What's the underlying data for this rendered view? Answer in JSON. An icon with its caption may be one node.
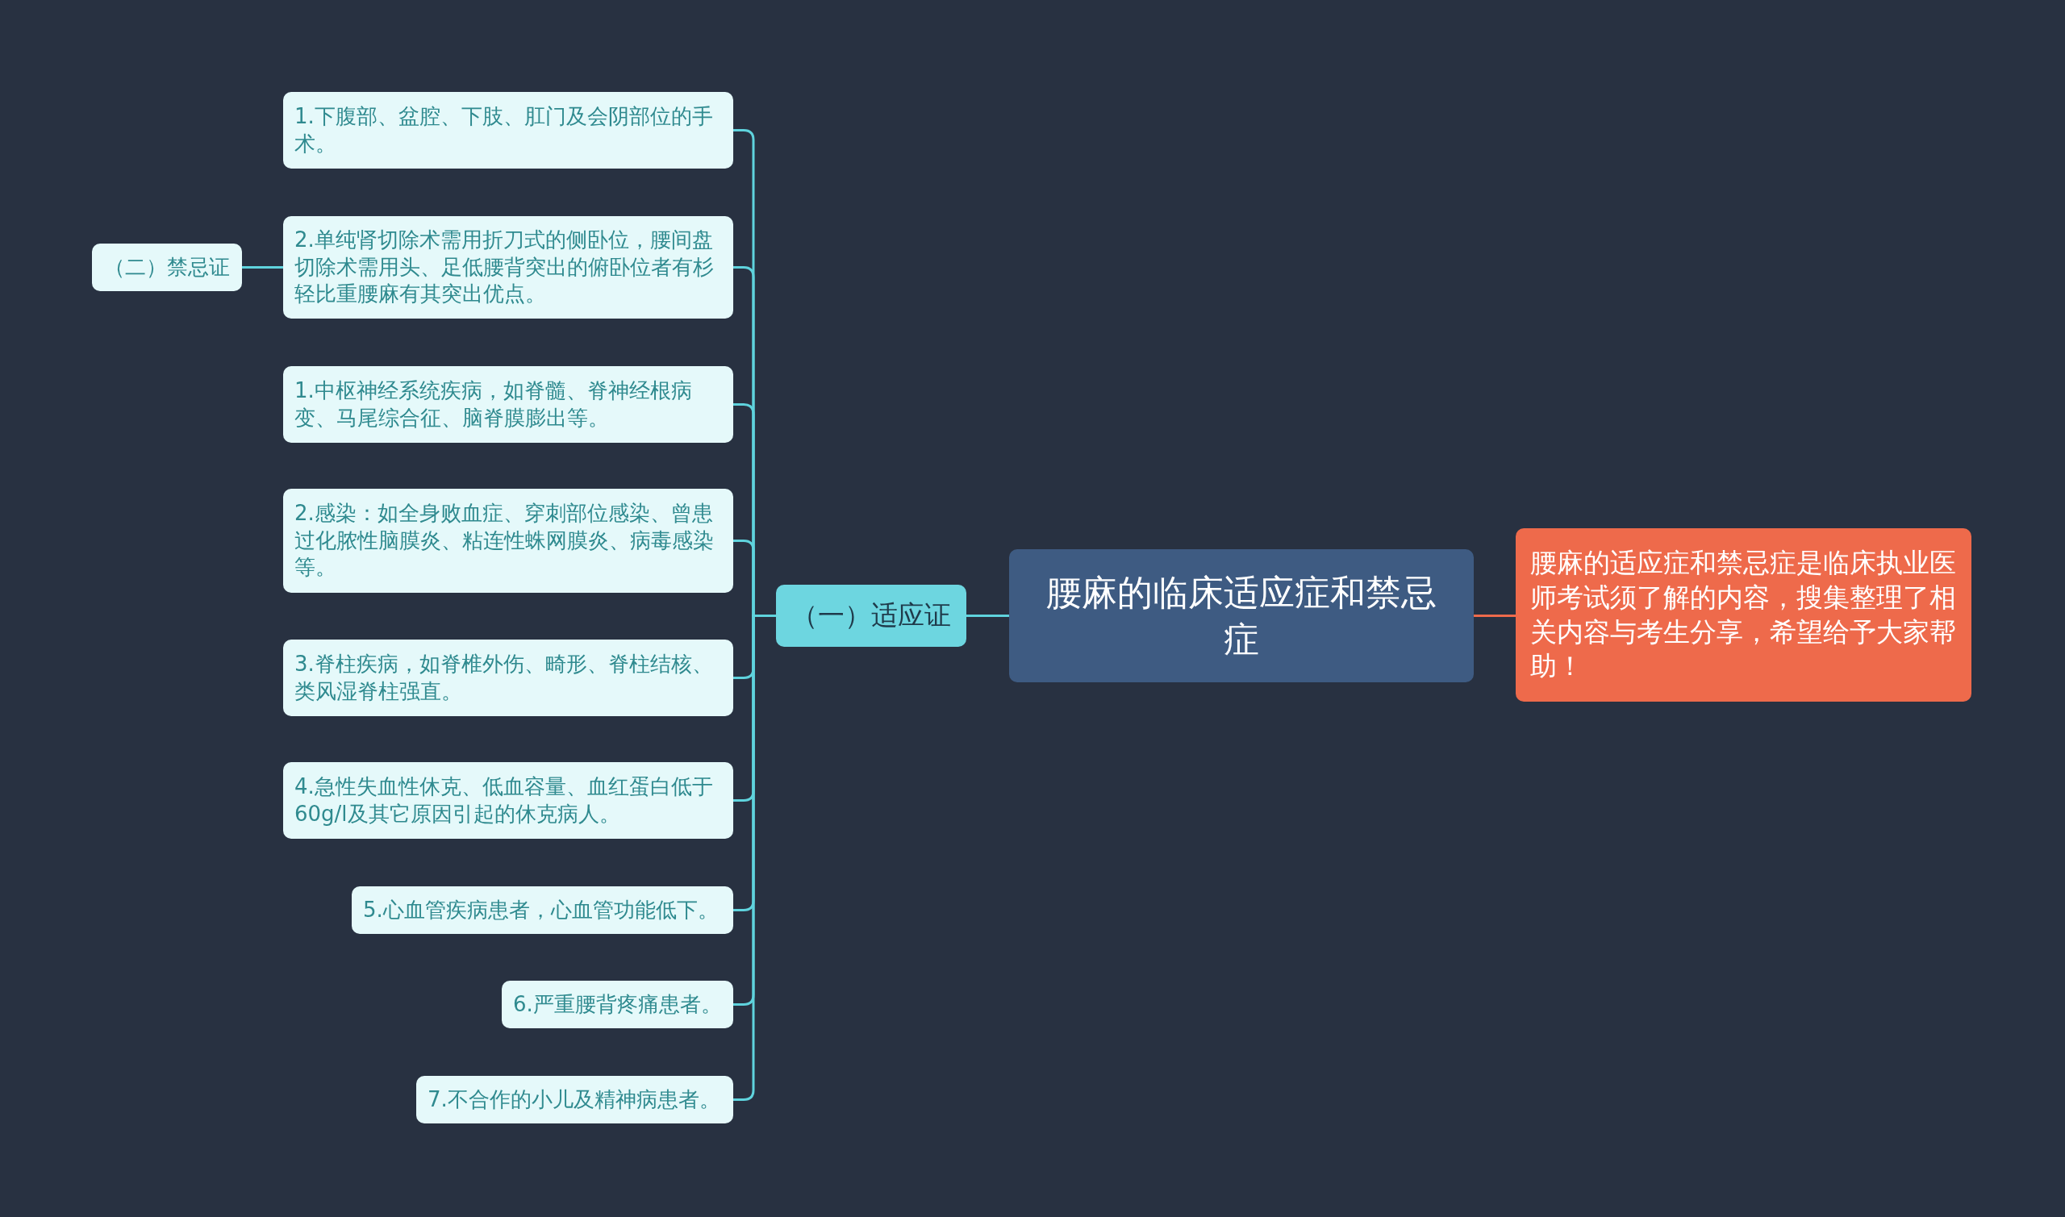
{
  "diagram": {
    "nodes": [
      {
        "text": [
          "腰麻的临床适应症和禁忌症"
        ]
      },
      {
        "text": [
          "腰麻的适应症和禁忌症是临床执业医师考试须了解的内容，搜集整理了相关内容与考生分享，希望给予大家帮助！"
        ]
      },
      {
        "text": [
          "（一）适应证"
        ]
      },
      {
        "text": [
          "（二）禁忌证"
        ]
      },
      {
        "text": [
          "1.下腹部、盆腔、下肢、肛门及会阴部位的手术。"
        ]
      },
      {
        "text": [
          "2.单纯肾切除术需用折刀式的侧卧位，腰间盘切除术需用头、足低腰背突出的俯卧位者有杉轻比重腰麻有其突出优点。"
        ]
      },
      {
        "text": [
          "1.中枢神经系统疾病，如脊髓、脊神经根病变、马尾综合征、脑脊膜膨出等。"
        ]
      },
      {
        "text": [
          "2.感染：如全身败血症、穿刺部位感染、曾患过化脓性脑膜炎、粘连性蛛网膜炎、病毒感染等。"
        ]
      },
      {
        "text": [
          "3.脊柱疾病，如脊椎外伤、畸形、脊柱结核、类风湿脊柱强直。"
        ]
      },
      {
        "text": [
          "4.急性失血性休克、低血容量、血红蛋白低于60g/l及其它原因引起的休克病人。"
        ]
      },
      {
        "text": [
          "5.心血管疾病患者，心血管功能低下。"
        ]
      },
      {
        "text": [
          "6.严重腰背疼痛患者。"
        ]
      },
      {
        "text": [
          "7.不合作的小儿及精神病患者。"
        ]
      }
    ],
    "edges": [
      {
        "from": 0,
        "to": 1,
        "arrow": "none",
        "color": "#ee6a4b"
      },
      {
        "from": 0,
        "to": 2,
        "arrow": "none"
      },
      {
        "from": 2,
        "to": 4,
        "arrow": "none"
      },
      {
        "from": 2,
        "to": 5,
        "arrow": "none"
      },
      {
        "from": 2,
        "to": 6,
        "arrow": "none"
      },
      {
        "from": 2,
        "to": 7,
        "arrow": "none"
      },
      {
        "from": 2,
        "to": 8,
        "arrow": "none"
      },
      {
        "from": 2,
        "to": 9,
        "arrow": "none"
      },
      {
        "from": 2,
        "to": 10,
        "arrow": "none"
      },
      {
        "from": 2,
        "to": 11,
        "arrow": "none"
      },
      {
        "from": 2,
        "to": 12,
        "arrow": "none"
      },
      {
        "from": 3,
        "to": 5,
        "arrow": "none"
      }
    ]
  }
}
